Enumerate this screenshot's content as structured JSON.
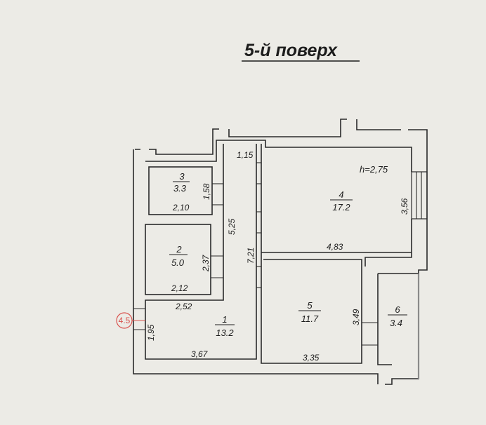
{
  "title": "5-й поверх",
  "height_note": "h=2,75",
  "marker": "4.5",
  "rooms": [
    {
      "num": "1",
      "area": "13.2"
    },
    {
      "num": "2",
      "area": "5.0"
    },
    {
      "num": "3",
      "area": "3.3"
    },
    {
      "num": "4",
      "area": "17.2"
    },
    {
      "num": "5",
      "area": "11.7"
    },
    {
      "num": "6",
      "area": "3.4"
    }
  ],
  "dims": {
    "d115": "1,15",
    "d158": "1,58",
    "d210": "2,10",
    "d525": "5,25",
    "d237": "2,37",
    "d212": "2,12",
    "d721": "7,21",
    "d252": "2,52",
    "d195": "1,95",
    "d367": "3,67",
    "d356": "3,56",
    "d483": "4,83",
    "d349": "3,49",
    "d335": "3,35"
  },
  "colors": {
    "wall": "#2a2a2a",
    "marker": "#d9534f",
    "paper": "#ecebe6"
  }
}
